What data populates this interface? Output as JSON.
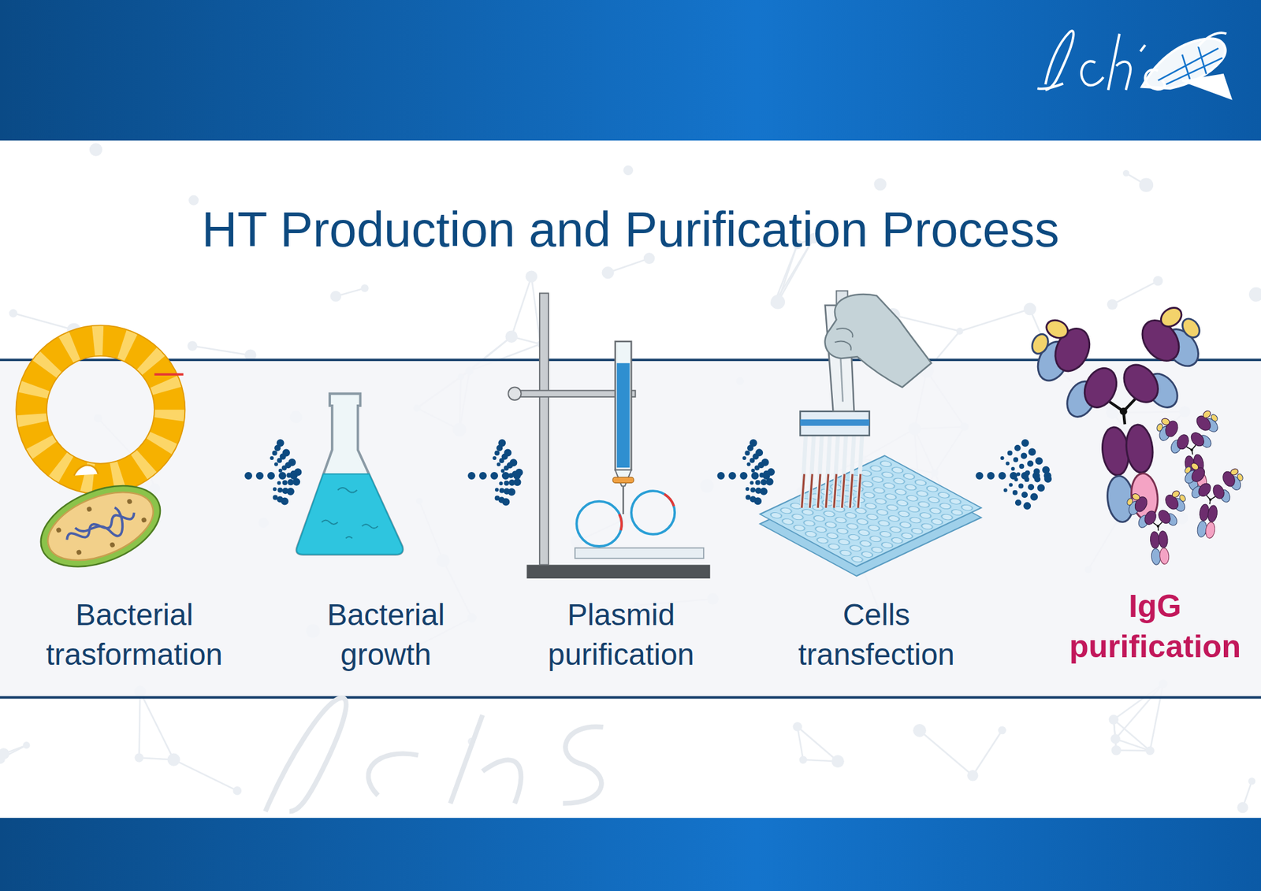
{
  "diagram": {
    "title": "HT Production and Purification Process",
    "nodes": [
      {
        "text": [
          "Bacterial trasformation"
        ]
      },
      {
        "text": [
          "Bacterial growth"
        ]
      },
      {
        "text": [
          "Plasmid purification"
        ]
      },
      {
        "text": [
          "Cells transfection"
        ]
      },
      {
        "text": [
          "IgG purification"
        ]
      }
    ],
    "edges": [
      {
        "from": 0,
        "to": 1,
        "arrow": "to"
      },
      {
        "from": 1,
        "to": 2,
        "arrow": "to"
      },
      {
        "from": 2,
        "to": 3,
        "arrow": "to"
      },
      {
        "from": 3,
        "to": 4,
        "arrow": "to"
      }
    ]
  }
}
